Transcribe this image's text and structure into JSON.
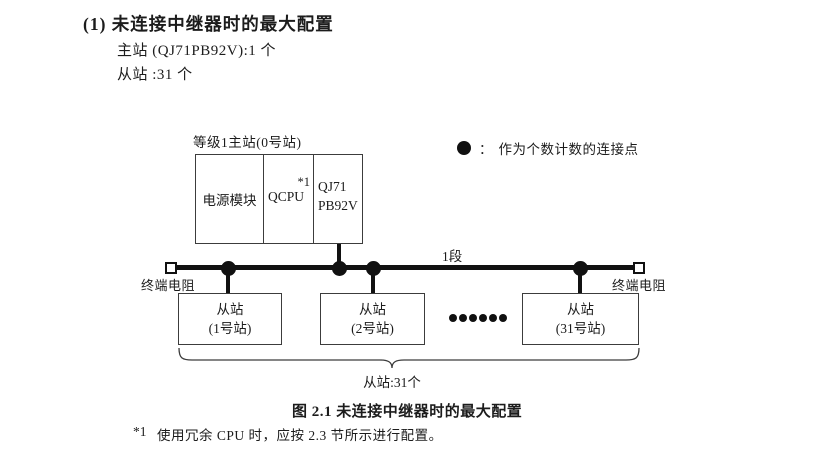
{
  "colors": {
    "background": "#ffffff",
    "text": "#1c1c1c",
    "box_border": "#3c3c3c",
    "bus_and_dots": "#111111"
  },
  "header": {
    "title": "(1) 未连接中继器时的最大配置",
    "master_line": "主站 (QJ71PB92V):1 个",
    "slave_line": "从站 :31 个"
  },
  "legend": {
    "marker": "●",
    "separator": "：",
    "label": "作为个数计数的连接点"
  },
  "diagram": {
    "master": {
      "label": "等级1主站(0号站)",
      "modules": [
        {
          "name": "电源模块"
        },
        {
          "name": "QCPU",
          "note": "*1"
        },
        {
          "name": "QJ71",
          "name2": "PB92V"
        }
      ]
    },
    "segment_label": "1段",
    "terminators": {
      "left_label": "终端电阻",
      "right_label": "终端电阻"
    },
    "slaves": [
      {
        "line1": "从站",
        "line2": "(1号站)"
      },
      {
        "line1": "从站",
        "line2": "(2号站)"
      },
      {
        "line1": "从站",
        "line2": "(31号站)"
      }
    ],
    "ellipsis_dots": 6,
    "brace_label": "从站:31个"
  },
  "caption": "图 2.1 未连接中继器时的最大配置",
  "footnote": {
    "marker": "*1",
    "text": "使用冗余 CPU 时，应按 2.3 节所示进行配置。"
  }
}
